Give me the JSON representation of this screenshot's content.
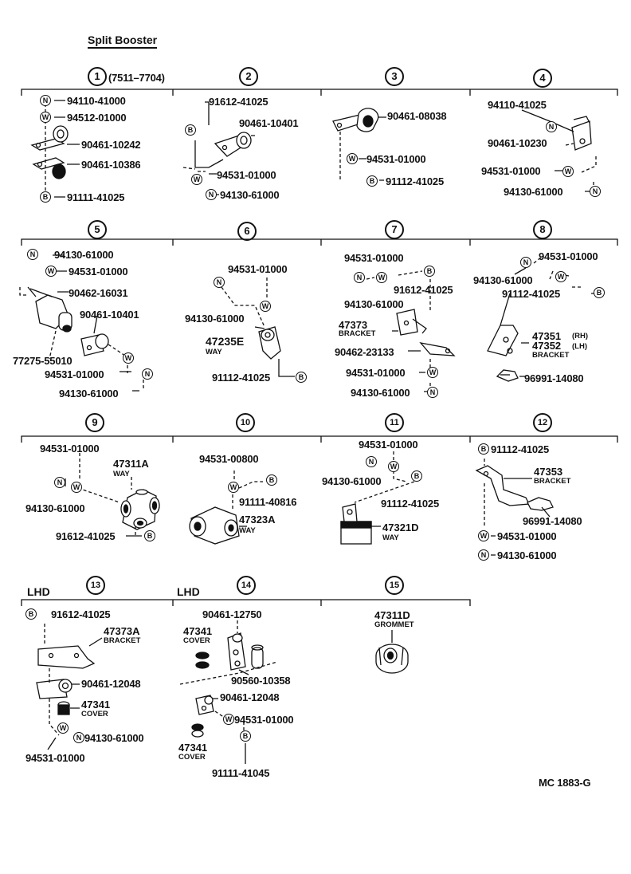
{
  "title": "Split  Booster",
  "code": "MC  1883-G",
  "date_range": "(7511–7704)",
  "markers": {
    "n": "N",
    "w": "W",
    "b": "B"
  },
  "sections": [
    {
      "num": "1"
    },
    {
      "num": "2"
    },
    {
      "num": "3"
    },
    {
      "num": "4"
    },
    {
      "num": "5"
    },
    {
      "num": "6"
    },
    {
      "num": "7"
    },
    {
      "num": "8"
    },
    {
      "num": "9"
    },
    {
      "num": "10"
    },
    {
      "num": "11"
    },
    {
      "num": "12"
    },
    {
      "num": "13"
    },
    {
      "num": "14"
    },
    {
      "num": "15"
    }
  ],
  "drive_labels": {
    "s13": "LHD",
    "s14": "LHD"
  },
  "parts": {
    "s1": [
      "94110-41000",
      "94512-01000",
      "90461-10242",
      "90461-10386",
      "91111-41025"
    ],
    "s2": [
      "91612-41025",
      "90461-10401",
      "94531-01000",
      "94130-61000"
    ],
    "s3": [
      "90461-08038",
      "94531-01000",
      "91112-41025"
    ],
    "s4": [
      "94110-41025",
      "90461-10230",
      "94531-01000",
      "94130-61000"
    ],
    "s5": [
      "94130-61000",
      "94531-01000",
      "90462-16031",
      "90461-10401",
      "77275-55010",
      "94531-01000",
      "94130-61000"
    ],
    "s6": [
      "94531-01000",
      "94130-61000",
      "47235E",
      "WAY",
      "91112-41025"
    ],
    "s7": [
      "94531-01000",
      "94130-61000",
      "91612-41025",
      "47373",
      "BRACKET",
      "90462-23133",
      "94531-01000",
      "94130-61000"
    ],
    "s8": [
      "94531-01000",
      "94130-61000",
      "91112-41025",
      "47351",
      "(RH)",
      "47352",
      "(LH)",
      "BRACKET",
      "96991-14080"
    ],
    "s9": [
      "94531-01000",
      "47311A",
      "WAY",
      "94130-61000",
      "91612-41025"
    ],
    "s10": [
      "94531-00800",
      "91111-40816",
      "47323A",
      "WAY"
    ],
    "s11": [
      "94531-01000",
      "94130-61000",
      "91112-41025",
      "47321D",
      "WAY"
    ],
    "s12": [
      "91112-41025",
      "47353",
      "BRACKET",
      "96991-14080",
      "94531-01000",
      "94130-61000"
    ],
    "s13": [
      "91612-41025",
      "47373A",
      "BRACKET",
      "90461-12048",
      "47341",
      "COVER",
      "94130-61000",
      "94531-01000"
    ],
    "s14": [
      "90461-12750",
      "47341",
      "COVER",
      "90560-10358",
      "90461-12048",
      "94531-01000",
      "47341",
      "COVER",
      "91111-41045"
    ],
    "s15": [
      "47311D",
      "GROMMET"
    ]
  }
}
